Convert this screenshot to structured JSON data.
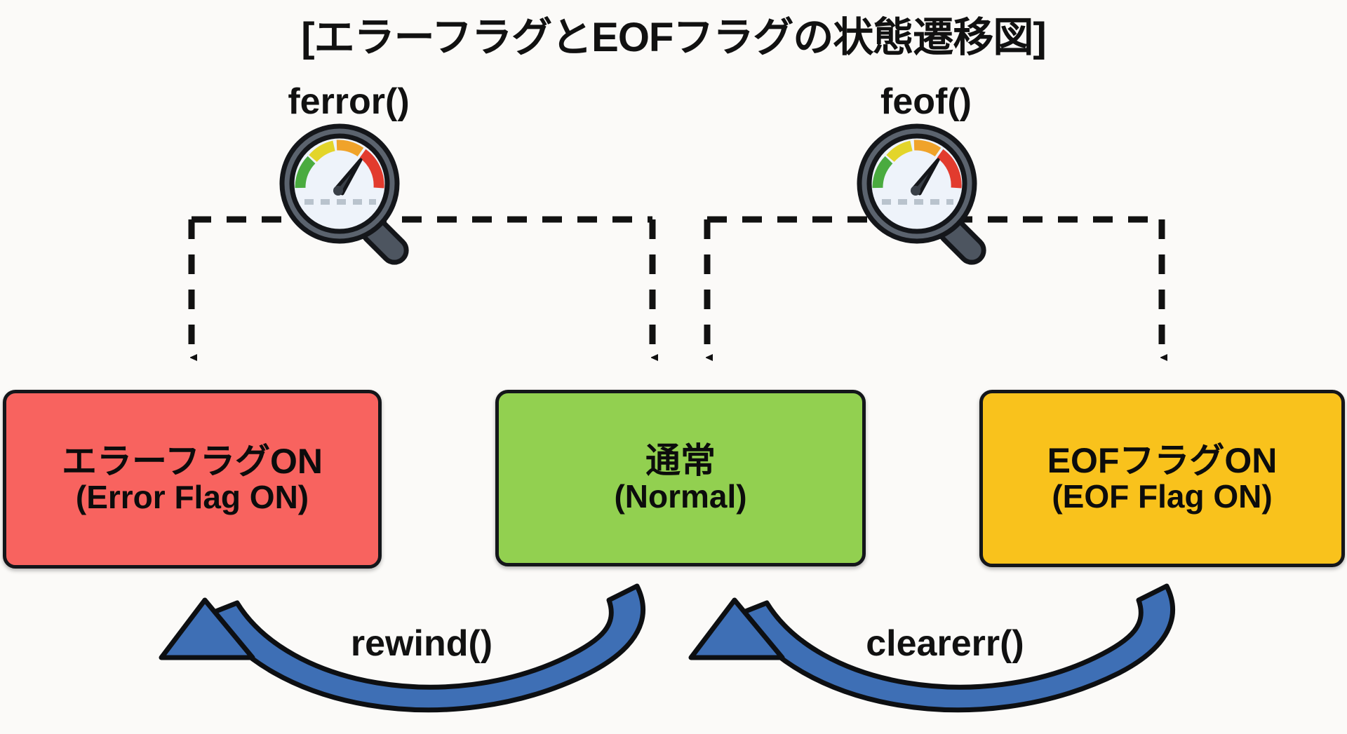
{
  "diagram": {
    "title": "[エラーフラグとEOFフラグの状態遷移図]",
    "background_color": "#fbfaf8",
    "type": "state-transition-diagram"
  },
  "probes": [
    {
      "id": "ferror",
      "label": "ferror()",
      "icon": "magnifier-gauge-icon",
      "targets": [
        "error-flag-on",
        "normal"
      ]
    },
    {
      "id": "feof",
      "label": "feof()",
      "icon": "magnifier-gauge-icon",
      "targets": [
        "normal",
        "eof-flag-on"
      ]
    }
  ],
  "states": [
    {
      "id": "error-flag-on",
      "label_jp": "エラーフラグON",
      "label_en": "(Error Flag ON)",
      "color": "#f8635f",
      "border_color": "#14161a"
    },
    {
      "id": "normal",
      "label_jp": "通常",
      "label_en": "(Normal)",
      "color": "#92d050",
      "border_color": "#14161a"
    },
    {
      "id": "eof-flag-on",
      "label_jp": "EOFフラグON",
      "label_en": "(EOF Flag ON)",
      "color": "#f9c21c",
      "border_color": "#14161a"
    }
  ],
  "transitions": [
    {
      "id": "rewind",
      "label": "rewind()",
      "from": "normal",
      "to": "error-flag-on",
      "arrow_color": "#3e6fb5",
      "style": "curved-solid"
    },
    {
      "id": "clearerr",
      "label": "clearerr()",
      "from": "eof-flag-on",
      "to": "normal",
      "arrow_color": "#3e6fb5",
      "style": "curved-solid"
    }
  ],
  "connectors": {
    "style": "dashed",
    "color": "#111111"
  }
}
